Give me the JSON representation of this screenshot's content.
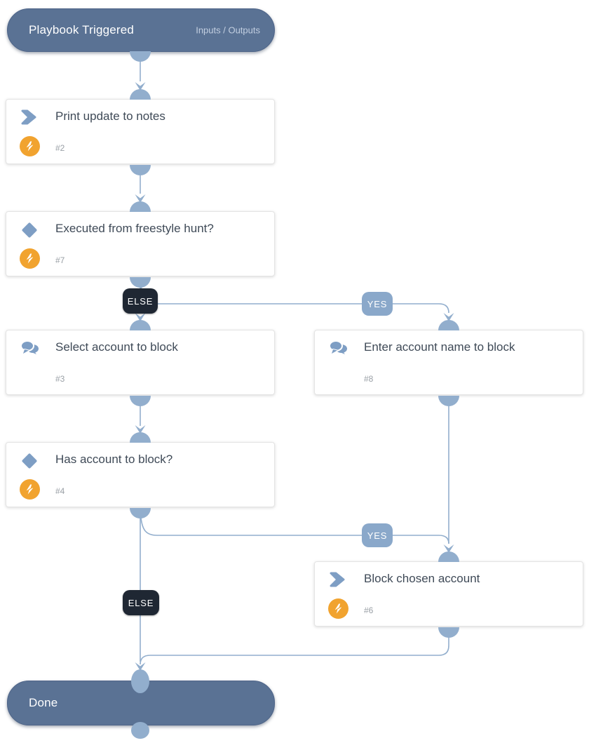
{
  "start_node": {
    "title": "Playbook Triggered",
    "io_link": "Inputs / Outputs"
  },
  "end_node": {
    "title": "Done"
  },
  "tasks": {
    "print_update": {
      "title": "Print update to notes",
      "num": "#2",
      "icon": "chevron-action",
      "automated": true
    },
    "freestyle_cond": {
      "title": "Executed from freestyle hunt?",
      "num": "#7",
      "icon": "condition-diamond",
      "automated": true
    },
    "select_account": {
      "title": "Select account to block",
      "num": "#3",
      "icon": "manual-chat",
      "automated": false
    },
    "enter_account": {
      "title": "Enter account name to block",
      "num": "#8",
      "icon": "manual-chat",
      "automated": false
    },
    "has_account_cond": {
      "title": "Has account to block?",
      "num": "#4",
      "icon": "condition-diamond",
      "automated": true
    },
    "block_account": {
      "title": "Block chosen account",
      "num": "#6",
      "icon": "chevron-action",
      "automated": true
    }
  },
  "branch_labels": {
    "else1": "ELSE",
    "yes1": "YES",
    "yes2": "YES",
    "else2": "ELSE"
  },
  "colors": {
    "terminal_node": "#5a7294",
    "connector": "#92aecd",
    "icon_blue": "#7e9ec4",
    "automation_orange": "#f1a32f",
    "else_badge": "#1f2733",
    "yes_badge": "#8aa8ca",
    "title_text": "#3f4a57",
    "num_text": "#9aa0a6"
  }
}
